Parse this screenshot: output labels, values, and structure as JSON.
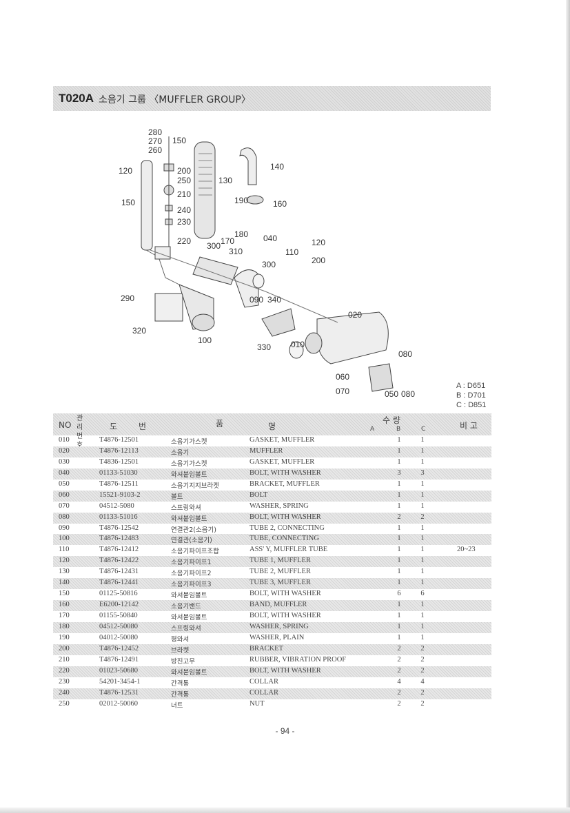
{
  "title": {
    "code": "T020A",
    "text": "소음기 그룹 〈MUFFLER GROUP〉"
  },
  "diagram_labels": [
    "280",
    "270",
    "260",
    "150",
    "120",
    "200",
    "250",
    "210",
    "130",
    "140",
    "190",
    "160",
    "240",
    "230",
    "150",
    "180",
    "220",
    "170",
    "300",
    "310",
    "040",
    "110",
    "120",
    "200",
    "300",
    "290",
    "090",
    "340",
    "020",
    "330",
    "010",
    "080",
    "320",
    "100",
    "060",
    "070",
    "050",
    "080"
  ],
  "legend": [
    "A : D651",
    "B : D701",
    "C : D851"
  ],
  "table_header": {
    "no": "NO",
    "mgmt": "관리\n번호",
    "part_no_1": "도",
    "part_no_2": "번",
    "name_1": "품",
    "name_2": "명",
    "qty": "수  량",
    "qa": "A",
    "qb": "B",
    "qc": "C",
    "remarks": "비 고"
  },
  "rows": [
    {
      "no": "010",
      "part": "T4876-12501",
      "kr": "소음기가스켓",
      "en": "GASKET, MUFFLER",
      "b": "1",
      "c": "1",
      "rem": ""
    },
    {
      "no": "020",
      "part": "T4876-12113",
      "kr": "소음기",
      "en": "MUFFLER",
      "b": "1",
      "c": "1",
      "rem": ""
    },
    {
      "no": "030",
      "part": "T4836-12501",
      "kr": "소음기가스켓",
      "en": "GASKET, MUFFLER",
      "b": "1",
      "c": "1",
      "rem": ""
    },
    {
      "no": "040",
      "part": "01133-51030",
      "kr": "와셔붙임볼트",
      "en": "BOLT, WITH WASHER",
      "b": "3",
      "c": "3",
      "rem": ""
    },
    {
      "no": "050",
      "part": "T4876-12511",
      "kr": "소음기지지브라켓",
      "en": "BRACKET, MUFFLER",
      "b": "1",
      "c": "1",
      "rem": ""
    },
    {
      "no": "060",
      "part": "15521-9103-2",
      "kr": "볼트",
      "en": "BOLT",
      "b": "1",
      "c": "1",
      "rem": ""
    },
    {
      "no": "070",
      "part": "04512-5080",
      "kr": "스프링와셔",
      "en": "WASHER, SPRING",
      "b": "1",
      "c": "1",
      "rem": ""
    },
    {
      "no": "080",
      "part": "01133-51016",
      "kr": "와셔붙임볼트",
      "en": "BOLT, WITH WASHER",
      "b": "2",
      "c": "2",
      "rem": ""
    },
    {
      "no": "090",
      "part": "T4876-12542",
      "kr": "연결관2(소음기)",
      "en": "TUBE 2, CONNECTING",
      "b": "1",
      "c": "1",
      "rem": ""
    },
    {
      "no": "100",
      "part": "T4876-12483",
      "kr": "연결관(소음기)",
      "en": "TUBE, CONNECTING",
      "b": "1",
      "c": "1",
      "rem": ""
    },
    {
      "no": "110",
      "part": "T4876-12412",
      "kr": "소음기파이프조합",
      "en": "ASS' Y, MUFFLER TUBE",
      "b": "1",
      "c": "1",
      "rem": "20~23"
    },
    {
      "no": "120",
      "part": "T4876-12422",
      "kr": "소음기파이프1",
      "en": "TUBE 1, MUFFLER",
      "b": "1",
      "c": "1",
      "rem": ""
    },
    {
      "no": "130",
      "part": "T4876-12431",
      "kr": "소음기파이프2",
      "en": "TUBE 2, MUFFLER",
      "b": "1",
      "c": "1",
      "rem": ""
    },
    {
      "no": "140",
      "part": "T4876-12441",
      "kr": "소음기파이프3",
      "en": "TUBE 3, MUFFLER",
      "b": "1",
      "c": "1",
      "rem": ""
    },
    {
      "no": "150",
      "part": "01125-50816",
      "kr": "와셔붙임볼트",
      "en": "BOLT, WITH WASHER",
      "b": "6",
      "c": "6",
      "rem": ""
    },
    {
      "no": "160",
      "part": "E6200-12142",
      "kr": "소음기밴드",
      "en": "BAND, MUFFLER",
      "b": "1",
      "c": "1",
      "rem": ""
    },
    {
      "no": "170",
      "part": "01155-50840",
      "kr": "와셔붙임볼트",
      "en": "BOLT, WITH WASHER",
      "b": "1",
      "c": "1",
      "rem": ""
    },
    {
      "no": "180",
      "part": "04512-50080",
      "kr": "스프링와셔",
      "en": "WASHER, SPRING",
      "b": "1",
      "c": "1",
      "rem": ""
    },
    {
      "no": "190",
      "part": "04012-50080",
      "kr": "평와셔",
      "en": "WASHER, PLAIN",
      "b": "1",
      "c": "1",
      "rem": ""
    },
    {
      "no": "200",
      "part": "T4876-12452",
      "kr": "브라켓",
      "en": "BRACKET",
      "b": "2",
      "c": "2",
      "rem": ""
    },
    {
      "no": "210",
      "part": "T4876-12491",
      "kr": "방진고무",
      "en": "RUBBER, VIBRATION PROOF",
      "b": "2",
      "c": "2",
      "rem": ""
    },
    {
      "no": "220",
      "part": "01023-50680",
      "kr": "와셔붙임볼트",
      "en": "BOLT, WITH WASHER",
      "b": "2",
      "c": "2",
      "rem": ""
    },
    {
      "no": "230",
      "part": "54201-3454-1",
      "kr": "간격통",
      "en": "COLLAR",
      "b": "4",
      "c": "4",
      "rem": ""
    },
    {
      "no": "240",
      "part": "T4876-12531",
      "kr": "간격통",
      "en": "COLLAR",
      "b": "2",
      "c": "2",
      "rem": ""
    },
    {
      "no": "250",
      "part": "02012-50060",
      "kr": "너트",
      "en": "NUT",
      "b": "2",
      "c": "2",
      "rem": ""
    }
  ],
  "page_number": "- 94 -"
}
